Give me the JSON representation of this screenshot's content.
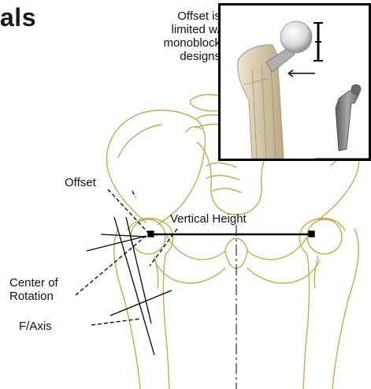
{
  "title": "als",
  "callout": {
    "line1": "Offset is",
    "line2": "limited w/",
    "line3": "monoblock",
    "line4": "designs"
  },
  "labels": {
    "offset": "Offset",
    "vertical_height": "Vertical Height",
    "center_of_rotation_1": "Center of",
    "center_of_rotation_2": "Rotation",
    "f_axis": "F/Axis"
  },
  "colors": {
    "bone_outline": "#c9a94a",
    "line": "#000000",
    "implant": "#8a8a8a",
    "femur_photo": "#d8ccb0"
  }
}
